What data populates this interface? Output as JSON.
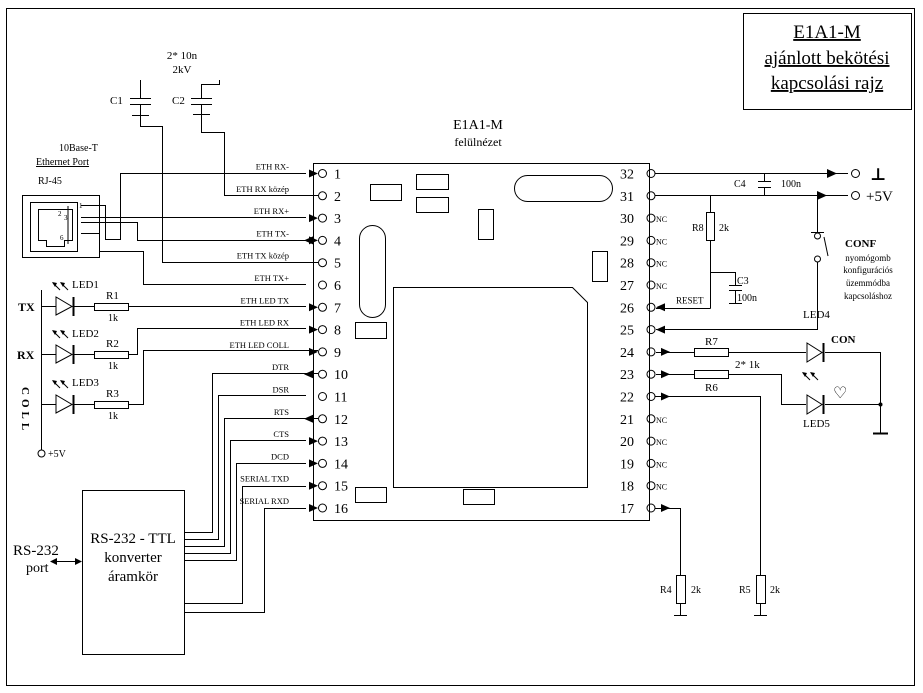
{
  "title": {
    "line1": "E1A1-M",
    "line2": "ajánlott bekötési",
    "line3": "kapcsolási rajz"
  },
  "chip": {
    "name": "E1A1-M",
    "subtitle": "felülnézet"
  },
  "left_pins": [
    {
      "num": "1",
      "label": "ETH RX-"
    },
    {
      "num": "2",
      "label": "ETH RX közép"
    },
    {
      "num": "3",
      "label": "ETH RX+"
    },
    {
      "num": "4",
      "label": "ETH TX-"
    },
    {
      "num": "5",
      "label": "ETH TX közép"
    },
    {
      "num": "6",
      "label": "ETH TX+"
    },
    {
      "num": "7",
      "label": "ETH LED TX"
    },
    {
      "num": "8",
      "label": "ETH LED RX"
    },
    {
      "num": "9",
      "label": "ETH LED COLL"
    },
    {
      "num": "10",
      "label": "DTR"
    },
    {
      "num": "11",
      "label": "DSR"
    },
    {
      "num": "12",
      "label": "RTS"
    },
    {
      "num": "13",
      "label": "CTS"
    },
    {
      "num": "14",
      "label": "DCD"
    },
    {
      "num": "15",
      "label": "SERIAL TXD"
    },
    {
      "num": "16",
      "label": "SERIAL RXD"
    }
  ],
  "right_pins": [
    {
      "num": "32",
      "label": ""
    },
    {
      "num": "31",
      "label": ""
    },
    {
      "num": "30",
      "label": "NC"
    },
    {
      "num": "29",
      "label": "NC"
    },
    {
      "num": "28",
      "label": "NC"
    },
    {
      "num": "27",
      "label": "NC"
    },
    {
      "num": "26",
      "label": "RESET"
    },
    {
      "num": "25",
      "label": ""
    },
    {
      "num": "24",
      "label": ""
    },
    {
      "num": "23",
      "label": ""
    },
    {
      "num": "22",
      "label": ""
    },
    {
      "num": "21",
      "label": "NC"
    },
    {
      "num": "20",
      "label": "NC"
    },
    {
      "num": "19",
      "label": "NC"
    },
    {
      "num": "18",
      "label": "NC"
    },
    {
      "num": "17",
      "label": ""
    }
  ],
  "capacitors": {
    "c1": "C1",
    "c2": "C2",
    "rating_line1": "2* 10n",
    "rating_line2": "2kV",
    "c3": "C3",
    "c3_value": "100n",
    "c4": "C4",
    "c4_value": "100n"
  },
  "ethernet": {
    "line1": "10Base-T",
    "line2": "Ethernet Port",
    "line3": "RJ-45",
    "pins": [
      "1",
      "2",
      "3",
      "6"
    ]
  },
  "left_leds": {
    "tx_label": "TX",
    "rx_label": "RX",
    "coll_label": "COLL",
    "led1": "LED1",
    "led2": "LED2",
    "led3": "LED3",
    "r1": "R1",
    "r1_value": "1k",
    "r2": "R2",
    "r2_value": "1k",
    "r3": "R3",
    "r3_value": "1k",
    "supply": "+5V"
  },
  "rs232": {
    "port_line1": "RS-232",
    "port_line2": "port",
    "box_line1": "RS-232 - TTL",
    "box_line2": "konverter",
    "box_line3": "áramkör"
  },
  "right_side": {
    "ground_symbol": "⊥",
    "supply": "+5V",
    "r8": "R8",
    "r8_value": "2k",
    "conf": "CONF",
    "conf_line1": "nyomógomb",
    "conf_line2": "konfigurációs",
    "conf_line3": "üzemmódba",
    "conf_line4": "kapcsoláshoz",
    "led4": "LED4",
    "led5": "LED5",
    "con_label": "CON",
    "heart": "♡",
    "r7": "R7",
    "r6": "R6",
    "r67_value": "2* 1k",
    "r4": "R4",
    "r4_value": "2k",
    "r5": "R5",
    "r5_value": "2k"
  }
}
